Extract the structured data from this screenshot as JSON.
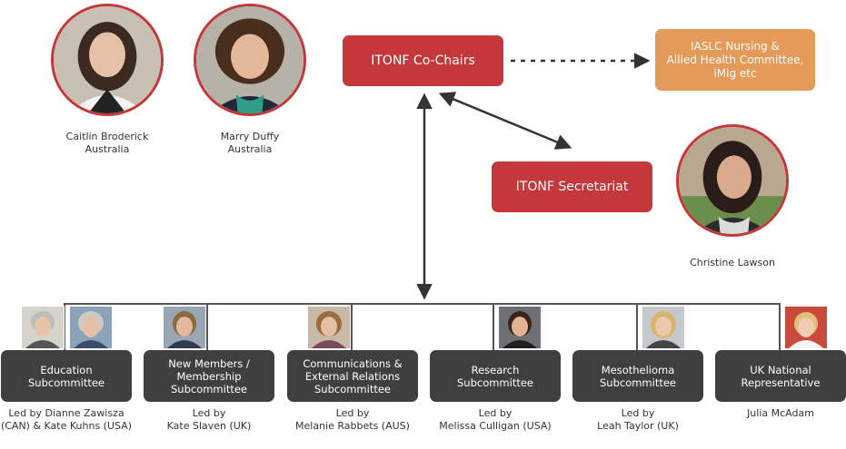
{
  "people": {
    "caitlin": {
      "name": "Caitlin Broderick",
      "country": "Australia"
    },
    "marry": {
      "name": "Marry Duffy",
      "country": "Australia"
    },
    "christine": {
      "name": "Christine Lawson"
    }
  },
  "boxes": {
    "cochairs": "ITONF Co-Chairs",
    "secretariat": "ITONF Secretariat",
    "partners": "IASLC Nursing &\nAllied Health Committee,\niMig etc"
  },
  "subcommittees": [
    {
      "label": "Education\nSubcommittee",
      "lead": "Led by Dianne Zawisza\n(CAN) & Kate Kuhns (USA)"
    },
    {
      "label": "New Members /\nMembership\nSubcommittee",
      "lead": "Led by\nKate Slaven (UK)"
    },
    {
      "label": "Communications &\nExternal Relations\nSubcommittee",
      "lead": "Led by\nMelanie Rabbets (AUS)"
    },
    {
      "label": "Research\nSubcommittee",
      "lead": "Led by\nMelissa Culligan (USA)"
    },
    {
      "label": "Mesothelioma\nSubcommittee",
      "lead": "Led by\nLeah Taylor (UK)"
    },
    {
      "label": "UK National\nRepresentative",
      "lead": "Julia McAdam"
    }
  ],
  "colors": {
    "red": "#c4373a",
    "orange": "#e49a58",
    "dark": "#3f3f3f"
  }
}
